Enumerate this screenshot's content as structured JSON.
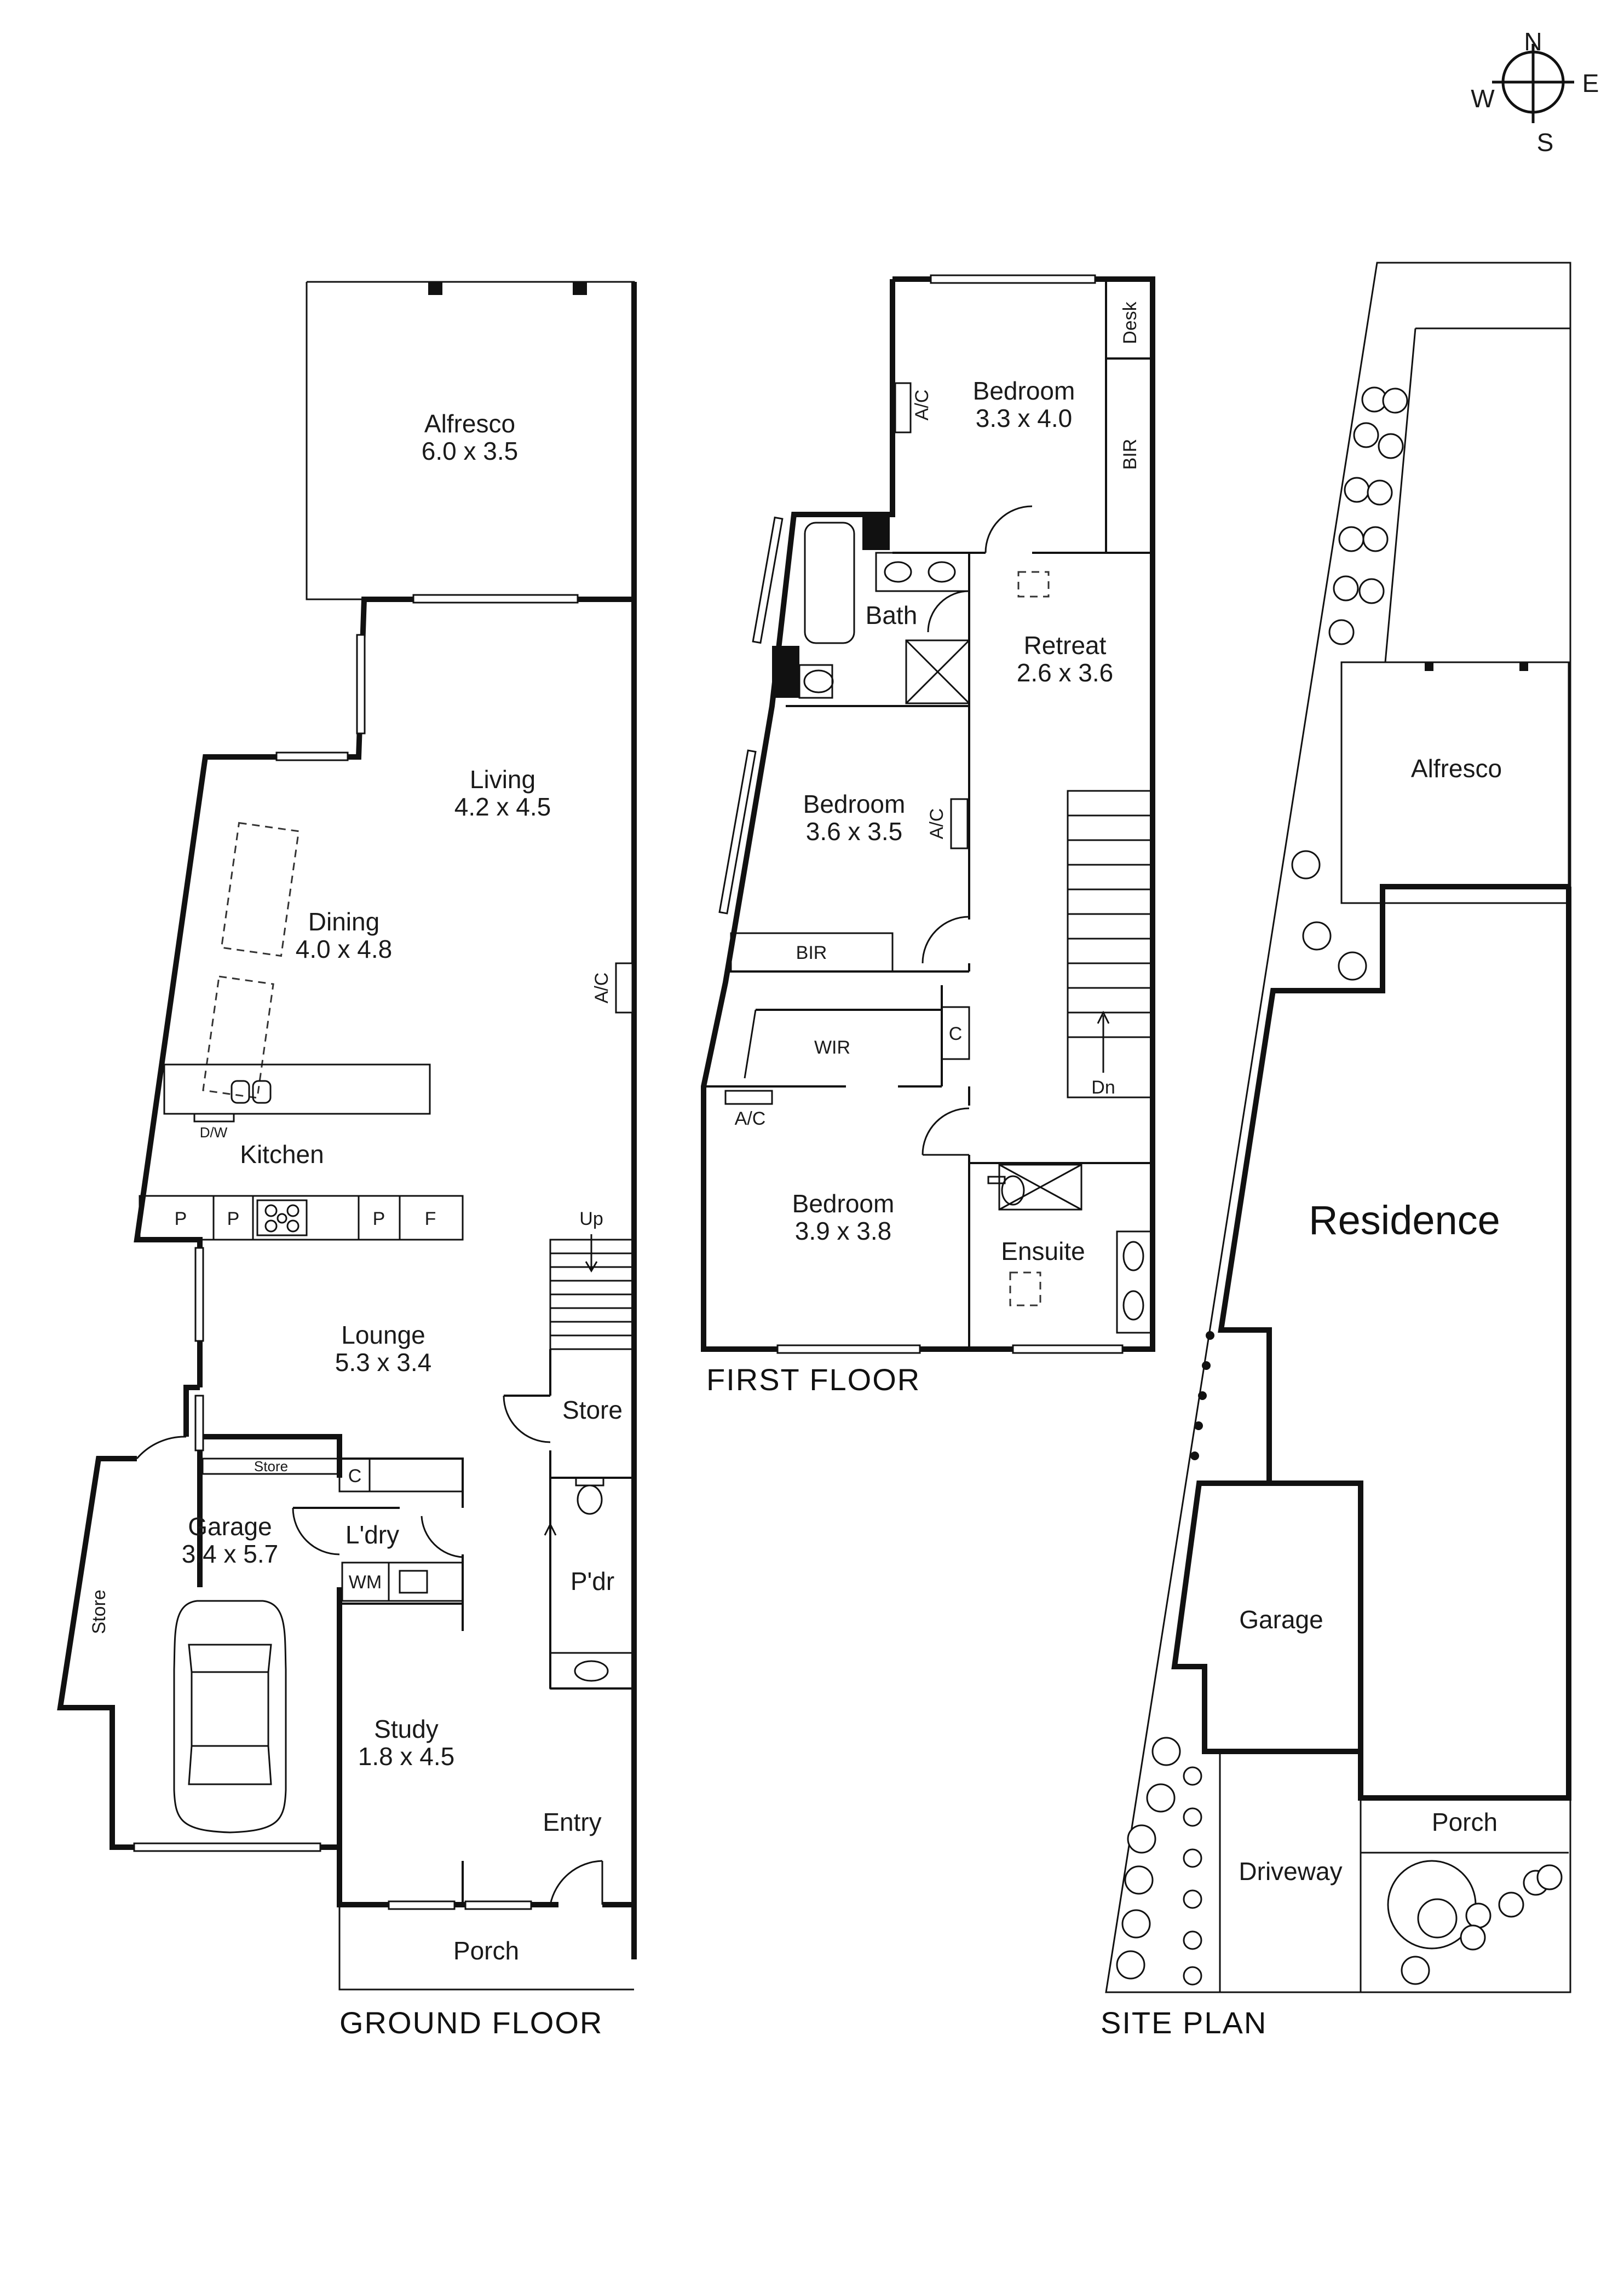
{
  "compass": {
    "n": "N",
    "e": "E",
    "s": "S",
    "w": "W"
  },
  "ground_floor": {
    "title": "GROUND FLOOR",
    "alfresco": {
      "name": "Alfresco",
      "dims": "6.0 x 3.5"
    },
    "living": {
      "name": "Living",
      "dims": "4.2 x 4.5"
    },
    "dining": {
      "name": "Dining",
      "dims": "4.0 x 4.8"
    },
    "ac": "A/C",
    "dw": "D/W",
    "kitchen": "Kitchen",
    "pantry1": "P",
    "pantry2": "P",
    "pantry3": "P",
    "fridge": "F",
    "stairs_up": "Up",
    "lounge": {
      "name": "Lounge",
      "dims": "5.3 x 3.4"
    },
    "store_hall": "Store",
    "store_small": "Store",
    "cupboard": "C",
    "garage": {
      "name": "Garage",
      "dims": "3.4 x 5.7"
    },
    "store_garage": "Store",
    "laundry": "L'dry",
    "wm": "WM",
    "powder": "P'dr",
    "study": {
      "name": "Study",
      "dims": "1.8 x 4.5"
    },
    "entry": "Entry",
    "porch": "Porch"
  },
  "first_floor": {
    "title": "FIRST FLOOR",
    "desk": "Desk",
    "bedroom1": {
      "name": "Bedroom",
      "dims": "3.3 x 4.0"
    },
    "ac1": "A/C",
    "bir1": "BIR",
    "bath": "Bath",
    "retreat": {
      "name": "Retreat",
      "dims": "2.6 x 3.6"
    },
    "bedroom2": {
      "name": "Bedroom",
      "dims": "3.6 x 3.5"
    },
    "ac2": "A/C",
    "bir2": "BIR",
    "wir": "WIR",
    "cupboard": "C",
    "ac3": "A/C",
    "stairs_dn": "Dn",
    "bedroom3": {
      "name": "Bedroom",
      "dims": "3.9 x 3.8"
    },
    "ensuite": "Ensuite"
  },
  "site_plan": {
    "title": "SITE PLAN",
    "alfresco": "Alfresco",
    "residence": "Residence",
    "garage": "Garage",
    "porch": "Porch",
    "driveway": "Driveway"
  }
}
